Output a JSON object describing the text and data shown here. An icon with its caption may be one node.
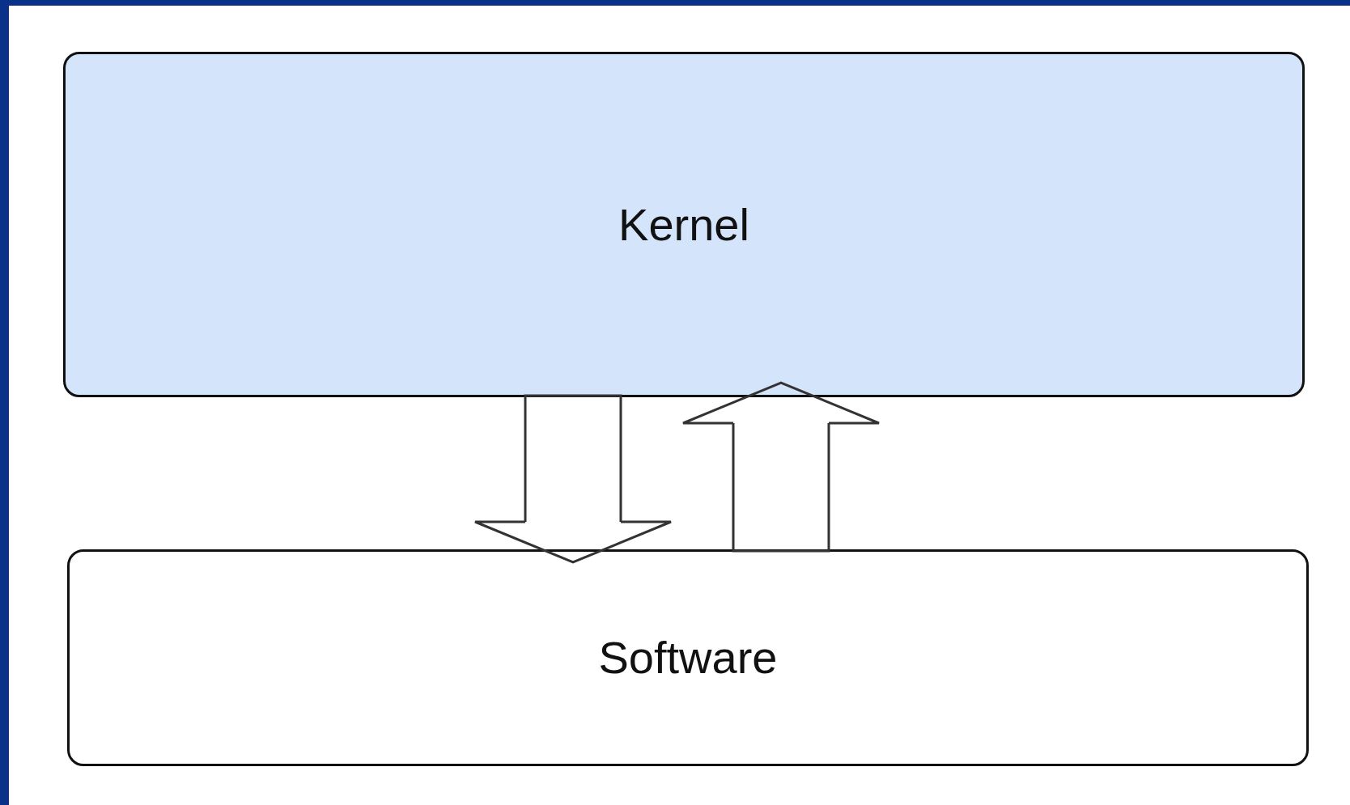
{
  "diagram": {
    "nodes": [
      {
        "text": [
          "Kernel"
        ]
      },
      {
        "text": [
          "Software"
        ]
      }
    ],
    "edges": [
      {
        "from": 0,
        "to": 1,
        "arrow": "to"
      },
      {
        "from": 1,
        "to": 0,
        "arrow": "to"
      }
    ]
  }
}
